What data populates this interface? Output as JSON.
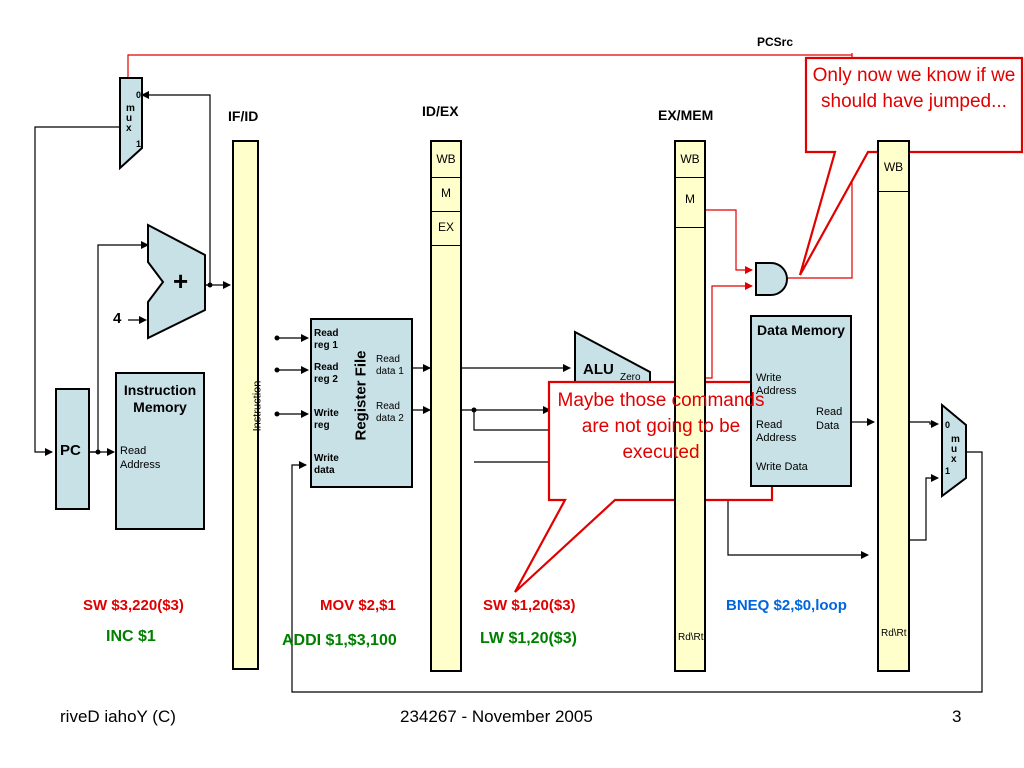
{
  "stages": {
    "if_id": "IF/ID",
    "id_ex": "ID/EX",
    "ex_mem": "EX/MEM"
  },
  "pipeline_fields": {
    "wb": "WB",
    "m": "M",
    "ex": "EX",
    "rd_rt": "Rd\\Rt"
  },
  "signals": {
    "pcsrc": "PCSrc",
    "instruction": "Instruction",
    "four": "4",
    "zero": "Zero"
  },
  "blocks": {
    "pc": "PC",
    "plus": "+",
    "instruction_memory": {
      "title": "Instruction Memory",
      "read_address": "Read Address"
    },
    "register_file": {
      "title": "Register File",
      "read_reg1": "Read reg 1",
      "read_reg2": "Read reg 2",
      "write_reg": "Write reg",
      "write_data": "Write data",
      "read_data1": "Read data 1",
      "read_data2": "Read data 2"
    },
    "alu": "ALU",
    "data_memory": {
      "title": "Data Memory",
      "write_address": "Write Address",
      "read_address": "Read Address",
      "read_data": "Read Data",
      "write_data": "Write Data"
    },
    "mux": {
      "m": "m",
      "u": "u",
      "x": "x",
      "in0": "0",
      "in1": "1"
    }
  },
  "callouts": {
    "jump": "Only now we know if we should have jumped...",
    "maybe": "Maybe those commands are not going to be executed"
  },
  "instructions": {
    "sw1": "SW $3,220($3)",
    "inc": "INC $1",
    "mov": "MOV $2,$1",
    "addi": "ADDI $1,$3,100",
    "sw2": "SW $1,20($3)",
    "lw": "LW $1,20($3)",
    "bneq": "BNEQ $2,$0,loop"
  },
  "colors": {
    "block_fill": "#c8e1e6",
    "pipe_fill": "#ffffcc",
    "control_red": "#e00000",
    "instr_green": "#008000",
    "instr_blue": "#0066dd"
  },
  "footer": {
    "left": "riveD iahoY  (C)",
    "center": "234267 - November 2005",
    "page": "3"
  }
}
